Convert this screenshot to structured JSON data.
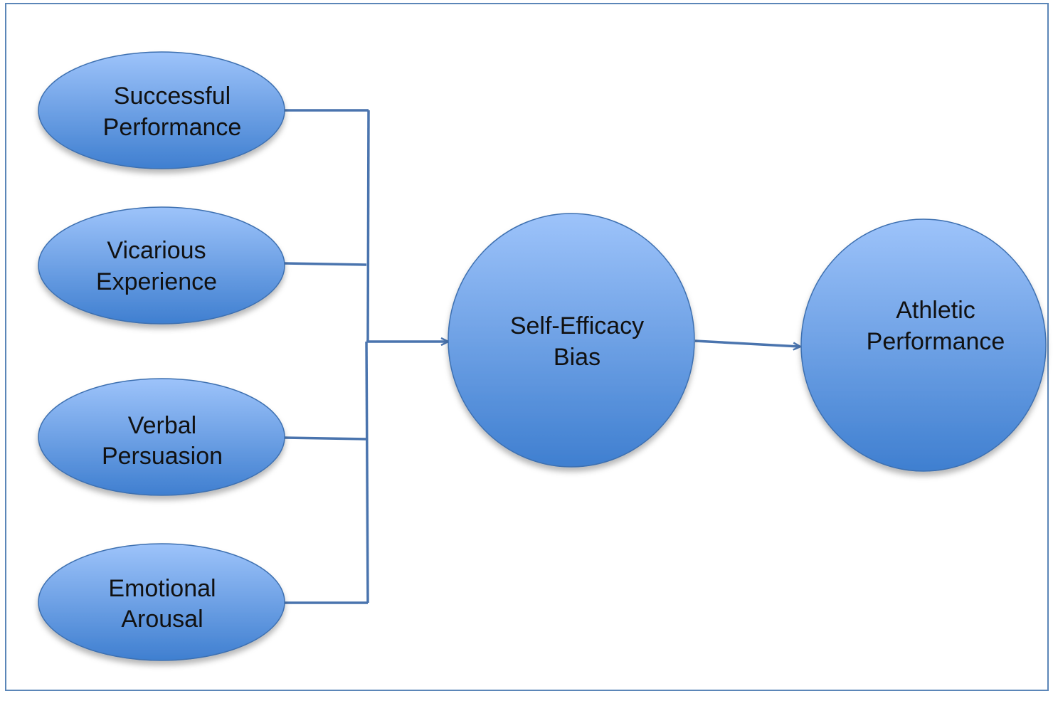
{
  "diagram": {
    "sources": [
      {
        "id": "successful-performance",
        "lines": [
          "Successful",
          "Performance"
        ]
      },
      {
        "id": "vicarious-experience",
        "lines": [
          "Vicarious",
          "Experience"
        ]
      },
      {
        "id": "verbal-persuasion",
        "lines": [
          "Verbal",
          "Persuasion"
        ]
      },
      {
        "id": "emotional-arousal",
        "lines": [
          "Emotional",
          "Arousal"
        ]
      }
    ],
    "mediator": {
      "id": "self-efficacy-bias",
      "lines": [
        "Self-Efficacy",
        "Bias"
      ]
    },
    "outcome": {
      "id": "athletic-performance",
      "lines": [
        "Athletic",
        "Performance"
      ]
    },
    "colors": {
      "node_top": "#9dc3fa",
      "node_bottom": "#3f7fd0",
      "node_stroke": "#3d6fb0",
      "connector": "#4a74ae",
      "frame": "#5b86b8"
    }
  }
}
